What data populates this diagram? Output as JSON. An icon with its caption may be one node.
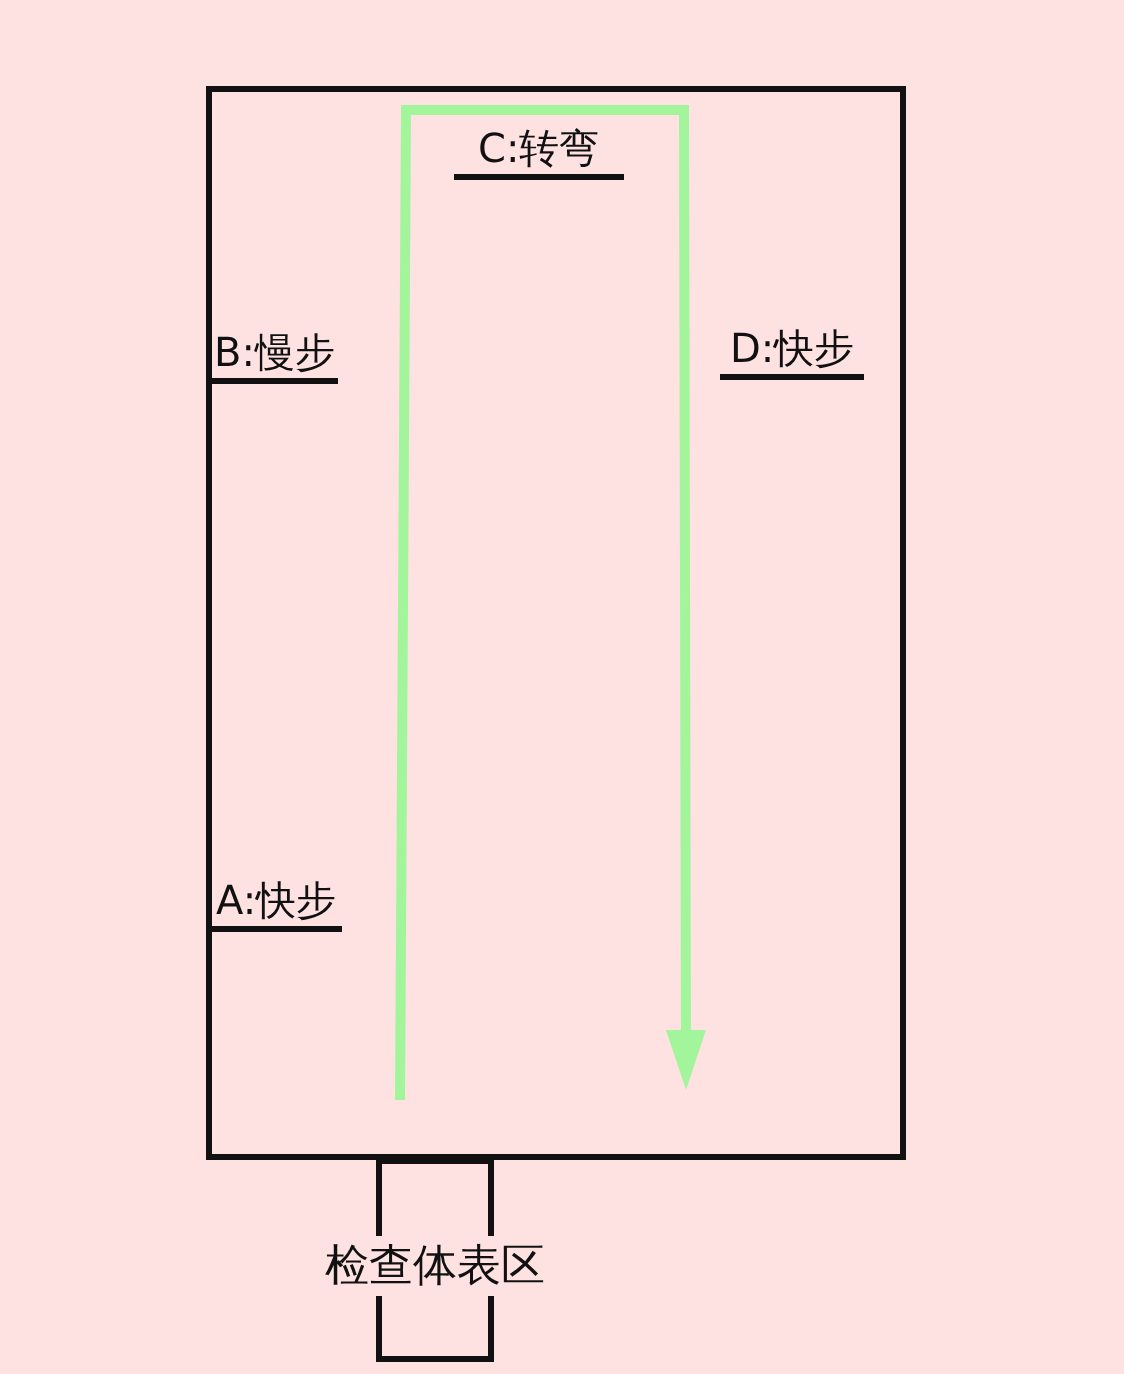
{
  "diagram": {
    "nodes": [
      {
        "text": [],
        "shape": "box"
      },
      {
        "text": [
          "检查体表区"
        ]
      }
    ],
    "labels": [
      "C:转弯",
      "B:慢步",
      "D:快步",
      "A:快步"
    ]
  }
}
